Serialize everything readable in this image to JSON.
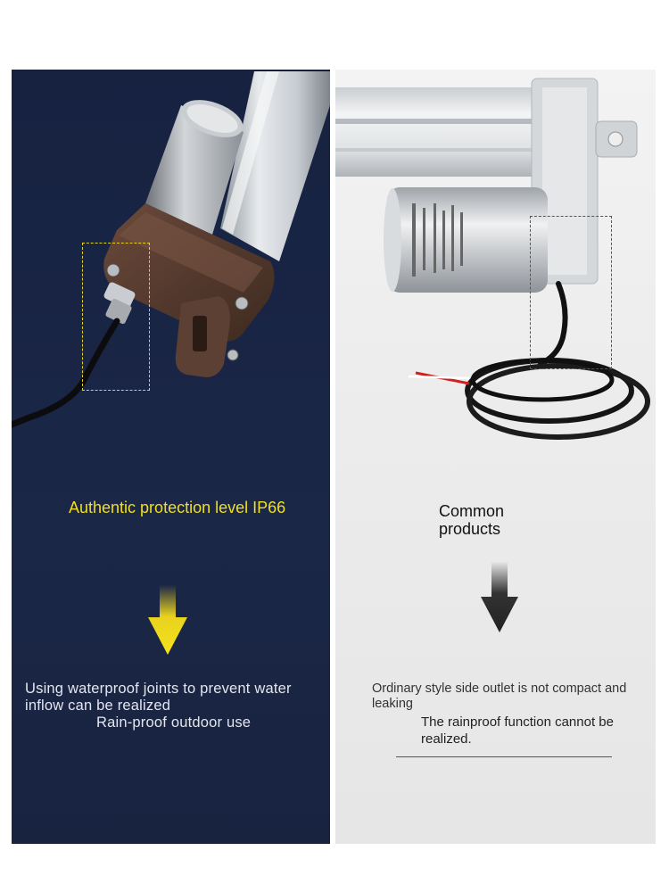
{
  "left": {
    "heading": "Authentic protection level IP66",
    "body": "Using waterproof joints to prevent water inflow can be realized",
    "subtext": "Rain-proof outdoor use",
    "accent_color": "#f2df1e",
    "arrow_icon": "arrow-down-icon"
  },
  "right": {
    "heading": "Common products",
    "body": "Ordinary style side outlet is not compact and leaking",
    "subtext": "The rainproof function cannot be realized.",
    "arrow_icon": "arrow-down-icon"
  },
  "colors": {
    "left_background": "#1b2747",
    "right_background": "#ececec",
    "left_text": "#e3e6ef"
  }
}
